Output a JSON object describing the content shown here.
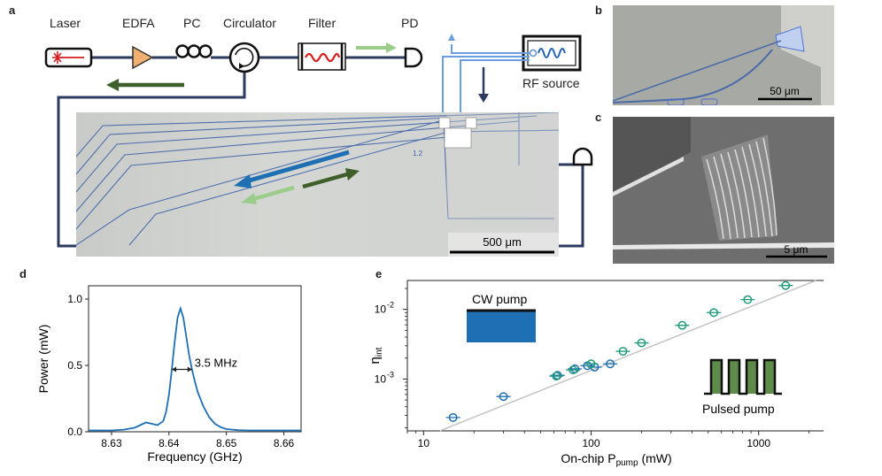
{
  "panels": {
    "a": "a",
    "b": "b",
    "c": "c",
    "d": "d",
    "e": "e"
  },
  "setup": {
    "laser": "Laser",
    "edfa": "EDFA",
    "pc": "PC",
    "circulator": "Circulator",
    "filter": "Filter",
    "pd": "PD",
    "rf_source": "RF source",
    "chip_mark": "1.2"
  },
  "scalebars": {
    "a": "500 μm",
    "b": "50 μm",
    "c": "5 μm"
  },
  "colors": {
    "blue": "#1f6fb4",
    "light_green": "#9ccc8a",
    "dark_green": "#3f5f2a",
    "navy": "#2b3a5e",
    "cw_blue": "#1f6fb4",
    "pulse_green": "#5e8a4a",
    "spectrum": "#1f6fb4",
    "scatter_blue": "#1f6fb4",
    "scatter_green": "#1f9b7a"
  },
  "chart_data": [
    {
      "type": "line",
      "panel": "d",
      "xlabel": "Frequency (GHz)",
      "ylabel": "Power (mW)",
      "xlim": [
        8.626,
        8.663
      ],
      "ylim": [
        0,
        1.1
      ],
      "xticks": [
        8.63,
        8.64,
        8.65,
        8.66
      ],
      "xtick_labels": [
        "8.63",
        "8.64",
        "8.65",
        "8.66"
      ],
      "yticks": [
        0.0,
        0.5,
        1.0
      ],
      "ytick_labels": [
        "0.0",
        "0.5",
        "1.0"
      ],
      "annotation": "3.5 MHz",
      "fwhm_span": [
        8.6405,
        8.644
      ],
      "series": [
        {
          "x": [
            8.626,
            8.628,
            8.63,
            8.632,
            8.634,
            8.635,
            8.636,
            8.637,
            8.638,
            8.639,
            8.6395,
            8.64,
            8.6405,
            8.641,
            8.6415,
            8.642,
            8.6425,
            8.643,
            8.6435,
            8.644,
            8.6445,
            8.645,
            8.646,
            8.647,
            8.648,
            8.649,
            8.65,
            8.652,
            8.654,
            8.656,
            8.658,
            8.66,
            8.663
          ],
          "y": [
            0.01,
            0.01,
            0.01,
            0.015,
            0.03,
            0.05,
            0.07,
            0.06,
            0.05,
            0.08,
            0.15,
            0.28,
            0.47,
            0.68,
            0.86,
            0.93,
            0.86,
            0.72,
            0.58,
            0.47,
            0.38,
            0.3,
            0.19,
            0.11,
            0.06,
            0.035,
            0.02,
            0.012,
            0.01,
            0.01,
            0.01,
            0.01,
            0.01
          ]
        }
      ]
    },
    {
      "type": "scatter",
      "panel": "e",
      "xlabel_main": "On-chip P",
      "xlabel_sub": "pump",
      "xlabel_unit": " (mW)",
      "ylabel_main": "η",
      "ylabel_sub": "int",
      "x_scale": "log",
      "y_scale": "log",
      "xlim": [
        8,
        2500
      ],
      "ylim": [
        0.00018,
        0.026
      ],
      "xticks": [
        10,
        100,
        1000
      ],
      "xtick_labels": [
        "10",
        "100",
        "1000"
      ],
      "yticks": [
        0.001,
        0.01
      ],
      "ytick_labels": [
        "10",
        "10"
      ],
      "ytick_exps": [
        "-3",
        "-2"
      ],
      "legend_cw": "CW pump",
      "legend_pulsed": "Pulsed pump",
      "fit": {
        "x": [
          12.5,
          2200
        ],
        "y": [
          0.00018,
          0.026
        ]
      },
      "series": [
        {
          "name": "CW pump",
          "x": [
            15,
            30,
            63,
            80,
            95,
            105,
            130
          ],
          "y": [
            0.00028,
            0.00056,
            0.00113,
            0.0014,
            0.00155,
            0.00148,
            0.00165
          ]
        },
        {
          "name": "Pulsed pump",
          "x": [
            62,
            78,
            100,
            155,
            200,
            350,
            540,
            860,
            1450
          ],
          "y": [
            0.0011,
            0.00135,
            0.00165,
            0.0025,
            0.0033,
            0.0059,
            0.009,
            0.0138,
            0.022
          ]
        }
      ]
    }
  ]
}
